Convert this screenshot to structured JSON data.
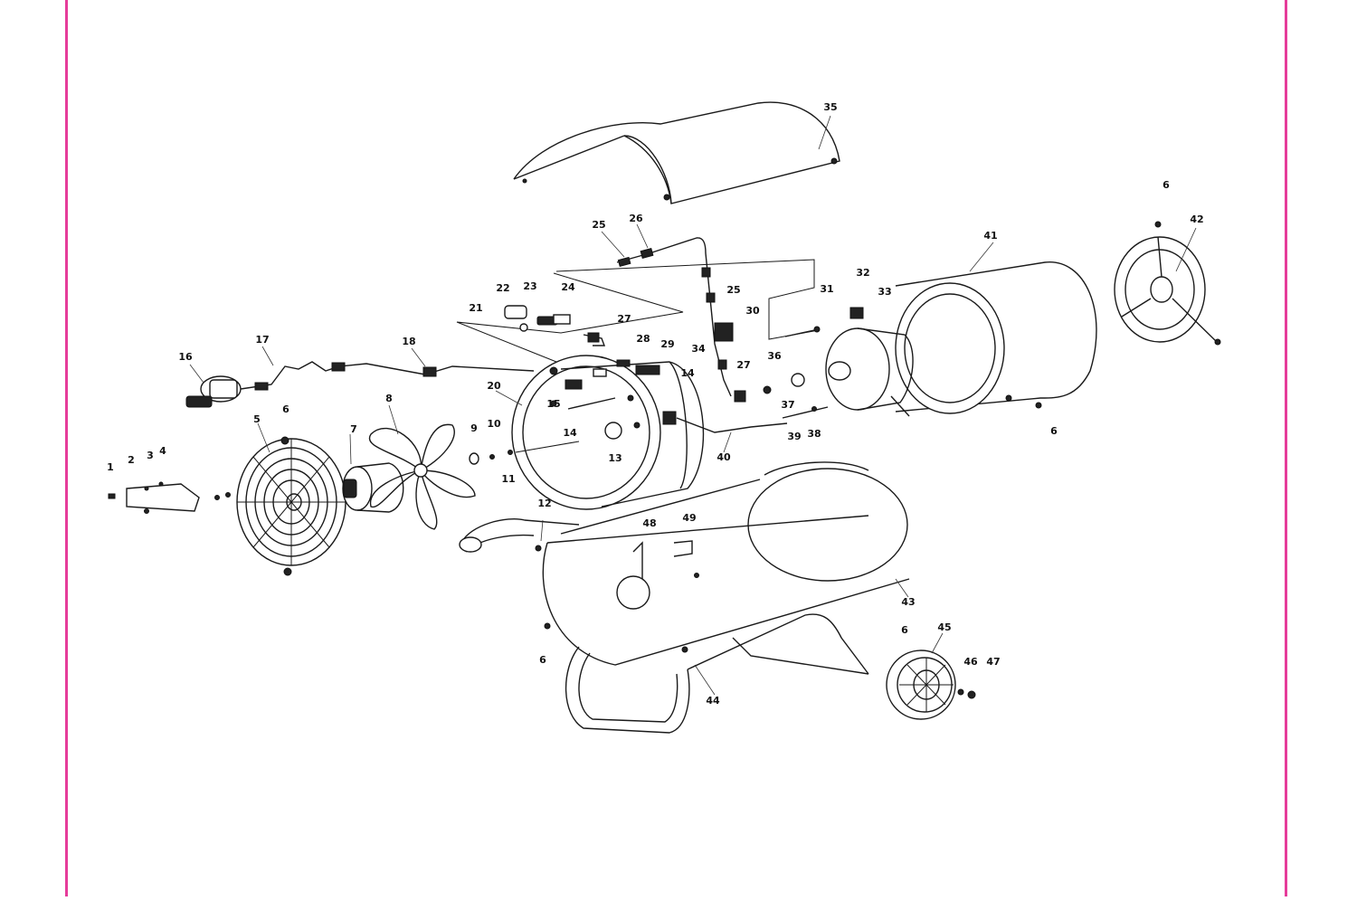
{
  "frame": {
    "edge_color": "#e63c9a",
    "line_color": "#1a1a1a"
  },
  "callouts": [
    {
      "n": "1"
    },
    {
      "n": "2"
    },
    {
      "n": "3"
    },
    {
      "n": "4"
    },
    {
      "n": "5"
    },
    {
      "n": "6"
    },
    {
      "n": "6"
    },
    {
      "n": "6"
    },
    {
      "n": "6"
    },
    {
      "n": "6"
    },
    {
      "n": "7"
    },
    {
      "n": "8"
    },
    {
      "n": "9"
    },
    {
      "n": "10"
    },
    {
      "n": "11"
    },
    {
      "n": "12"
    },
    {
      "n": "13"
    },
    {
      "n": "14"
    },
    {
      "n": "14"
    },
    {
      "n": "15"
    },
    {
      "n": "16"
    },
    {
      "n": "17"
    },
    {
      "n": "18"
    },
    {
      "n": "20"
    },
    {
      "n": "21"
    },
    {
      "n": "22"
    },
    {
      "n": "23"
    },
    {
      "n": "24"
    },
    {
      "n": "25"
    },
    {
      "n": "25"
    },
    {
      "n": "26"
    },
    {
      "n": "27"
    },
    {
      "n": "27"
    },
    {
      "n": "28"
    },
    {
      "n": "29"
    },
    {
      "n": "30"
    },
    {
      "n": "31"
    },
    {
      "n": "32"
    },
    {
      "n": "33"
    },
    {
      "n": "34"
    },
    {
      "n": "35"
    },
    {
      "n": "36"
    },
    {
      "n": "37"
    },
    {
      "n": "38"
    },
    {
      "n": "39"
    },
    {
      "n": "40"
    },
    {
      "n": "41"
    },
    {
      "n": "42"
    },
    {
      "n": "43"
    },
    {
      "n": "44"
    },
    {
      "n": "45"
    },
    {
      "n": "46"
    },
    {
      "n": "47"
    },
    {
      "n": "48"
    },
    {
      "n": "49"
    }
  ]
}
